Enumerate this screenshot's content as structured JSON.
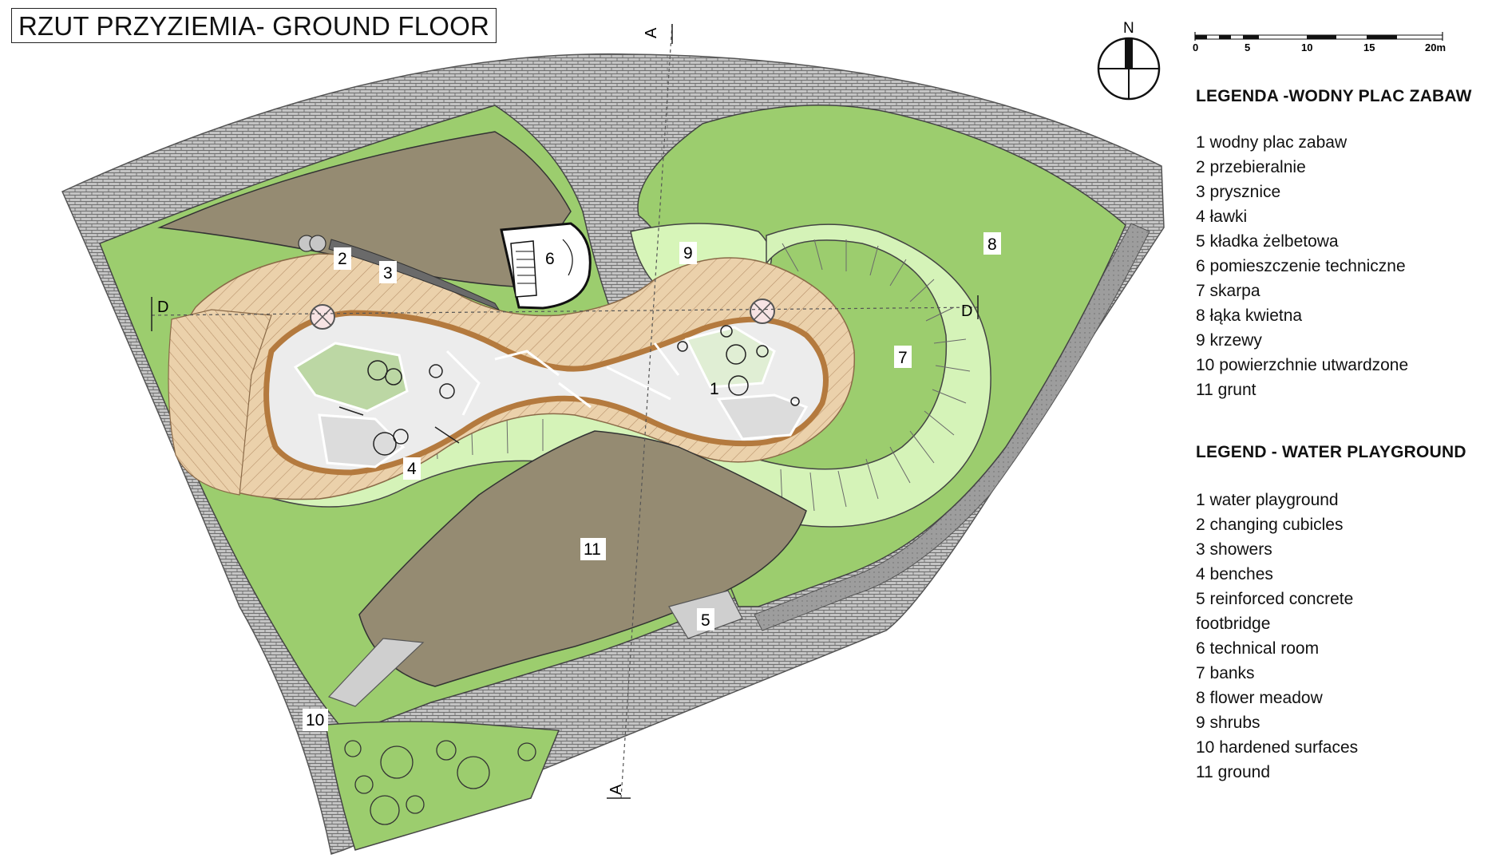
{
  "title": "RZUT PRZYZIEMIA- GROUND FLOOR",
  "north_label": "N",
  "scale": {
    "ticks": [
      "0",
      "5",
      "10",
      "15",
      "20m"
    ]
  },
  "section_marks": {
    "a_top": "A",
    "a_bottom": "A",
    "d_left": "D",
    "d_right": "D"
  },
  "legend_pl": {
    "title": "LEGENDA -WODNY PLAC ZABAW",
    "items": [
      "1 wodny plac zabaw",
      "2 przebieralnie",
      "3 prysznice",
      "4 ławki",
      "5 kładka żelbetowa",
      "6 pomieszczenie techniczne",
      "7 skarpa",
      "8 łąka kwietna",
      "9  krzewy",
      "10 powierzchnie utwardzone",
      "11 grunt"
    ]
  },
  "legend_en": {
    "title": "LEGEND - WATER PLAYGROUND",
    "items": [
      "1 water playground",
      "2 changing cubicles",
      "3 showers",
      "4 benches",
      "5 reinforced concrete",
      "footbridge",
      "6 technical room",
      "7 banks",
      "8 flower meadow",
      "9 shrubs",
      "10 hardened surfaces",
      "11 ground"
    ]
  },
  "plan_labels": {
    "l1": "1",
    "l2": "2",
    "l3": "3",
    "l4": "4",
    "l5": "5",
    "l6": "6",
    "l7": "7",
    "l8": "8",
    "l9": "9",
    "l10": "10",
    "l11": "11"
  },
  "colors": {
    "paving": "#b9b9b9",
    "meadow": "#9ccd6e",
    "shrubs": "#d7f5b9",
    "banks": "#d5f3b8",
    "ground": "#958b72",
    "deck": "#e9cda4",
    "water_zone": "#ececec",
    "rim": "#b47a3e",
    "path": "#cfcfcf"
  }
}
